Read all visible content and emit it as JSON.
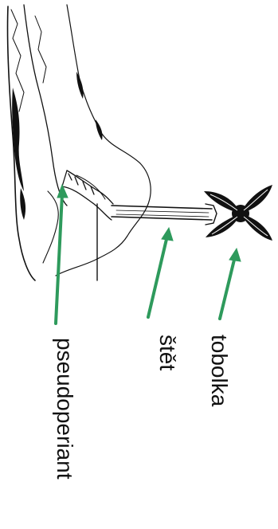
{
  "labels": {
    "capsule": "tobolka",
    "seta": "štět",
    "pseudoperianth": "pseudoperiant"
  },
  "colors": {
    "arrow": "#2e9a5c",
    "ink": "#111111",
    "background": "#ffffff"
  }
}
